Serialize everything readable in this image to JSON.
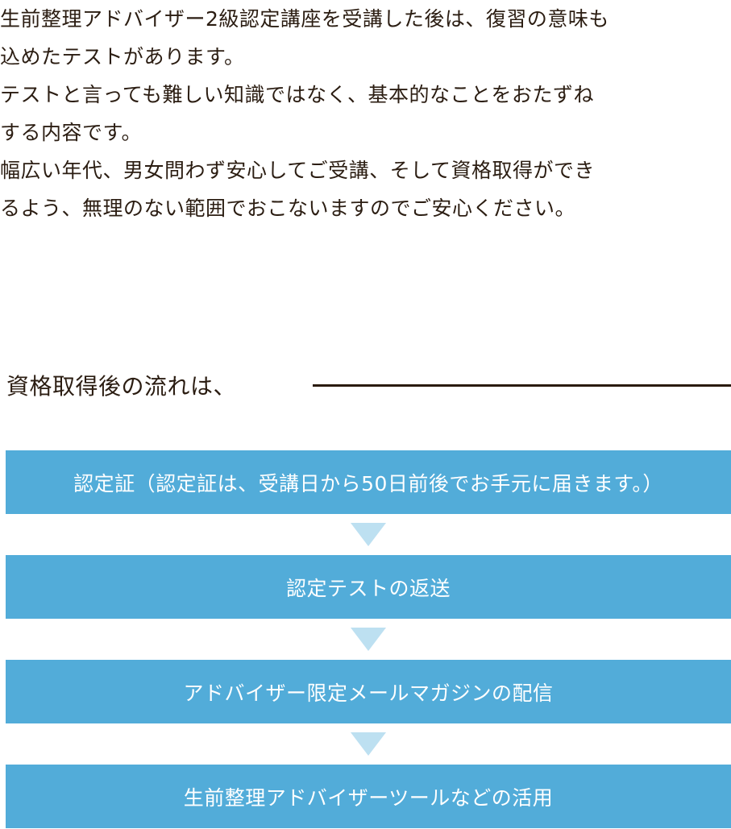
{
  "intro": {
    "lines": [
      "生前整理アドバイザー2級認定講座を受講した後は、復習の意味も",
      "込めたテストがあります。",
      "テストと言っても難しい知識ではなく、基本的なことをおたずね",
      "する内容です。",
      "幅広い年代、男女問わず安心してご受講、そして資格取得ができ",
      "るよう、無理のない範囲でおこないますのでご安心ください。"
    ]
  },
  "flow": {
    "heading": "資格取得後の流れは、",
    "steps": [
      {
        "label": "認定証（認定証は、受講日から50日前後でお手元に届きます。）"
      },
      {
        "label": "認定テストの返送"
      },
      {
        "label": "アドバイザー限定メールマガジンの配信"
      },
      {
        "label": "生前整理アドバイザーツールなどの活用"
      }
    ],
    "colors": {
      "step_background": "#52acd9",
      "step_text": "#ffffff",
      "arrow": "#bde0f1",
      "rule": "#2a1a0c",
      "body_text": "#2b1d12"
    }
  }
}
